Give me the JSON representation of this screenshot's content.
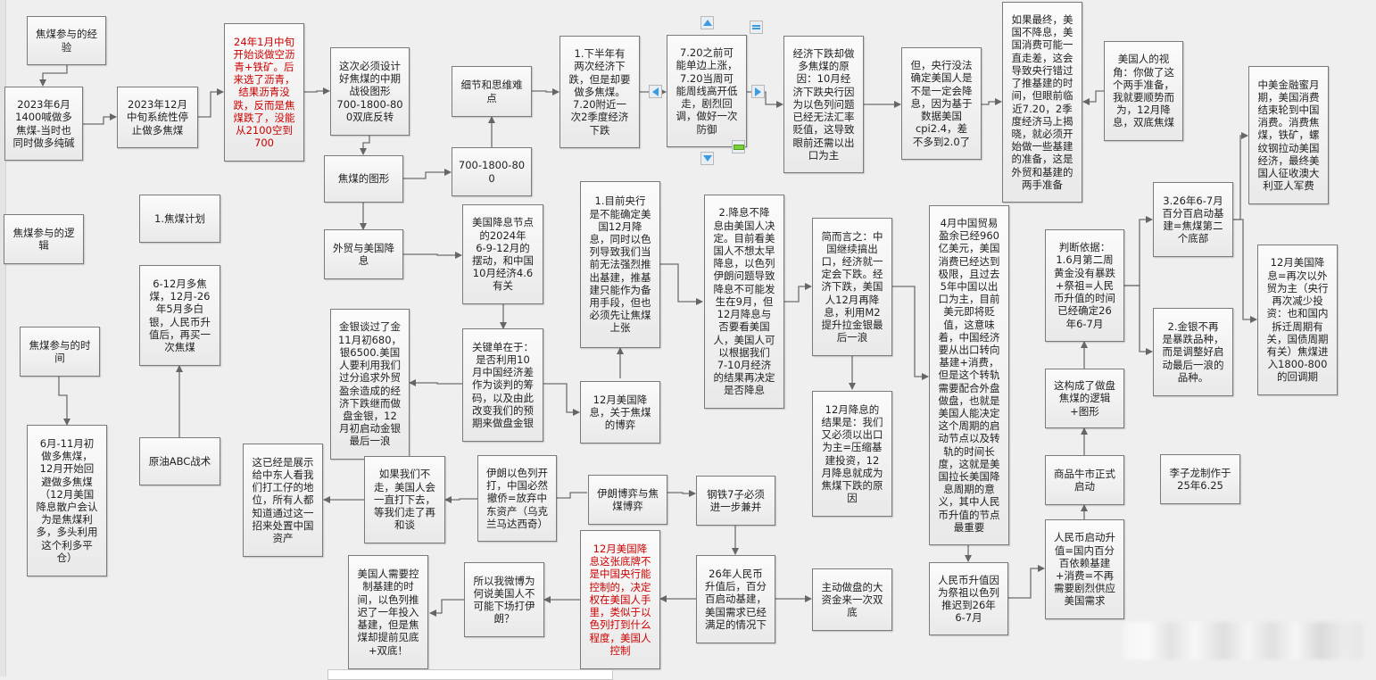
{
  "diagram": {
    "colors": {
      "background": "#efefef",
      "node_border": "#7a7a7a",
      "text": "#222222",
      "highlight_text": "#cc0000",
      "nav_icon": "#3a9be0",
      "collapse_icon": "#7bd13a"
    },
    "nodes": {
      "n1": {
        "text": "焦煤参与的经\n验"
      },
      "n2": {
        "text": "2023年6月\n1400喊做多\n焦煤-当时也\n同时做多纯碱"
      },
      "n3": {
        "text": "2023年12月\n中旬系统性停\n止做多焦煤"
      },
      "n4": {
        "text": "24年1月中旬\n开始谈做空沥\n青+铁矿。后\n来选了沥青，\n结果沥青没\n跌，反而是焦\n煤跌了，没能\n从2100空到\n700"
      },
      "n5": {
        "text": "这次必须设计\n好焦煤的中期\n战役图形\n700-1800-80\n0双底反转"
      },
      "n6": {
        "text": "焦煤的图形"
      },
      "n7": {
        "text": "细节和思维难\n点"
      },
      "n8": {
        "text": "700-1800-80\n0"
      },
      "n9": {
        "text": "1.下半年有\n两次经济下\n跌，但是却要\n做多焦煤。\n7.20附近一\n次2季度经济\n下跌"
      },
      "n10": {
        "text": "7.20之前可\n能单边上涨，\n7.20当周可\n能周线高开低\n走，剧烈回\n调，做好一次\n防御"
      },
      "n11": {
        "text": "经济下跌却做\n多焦煤的原\n因：10月经\n济下跌央行因\n为以色列问题\n已经无法汇率\n贬值，这导致\n眼前还需以出\n口为主"
      },
      "n12": {
        "text": "但，央行没法\n确定美国人是\n不是一定会降\n息，因为基于\n数据美国\ncpi2.4，差\n不多到2.0了"
      },
      "n13": {
        "text": "如果最终，美\n国不降息，美\n国消费可能一\n直走差，这会\n导致央行错过\n了推基建的时\n间，但眼前临\n近7.20，2季\n度经济马上揭\n晓，就必须开\n始做一些基建\n的准备，这是\n外贸和基建的\n两手准备"
      },
      "n14": {
        "text": "美国人的视\n角：你做了这\n个两手准备，\n我就要顺势而\n为，12月降\n息，双底焦煤"
      },
      "n15": {
        "text": "中美金融蜜月\n期，美国消费\n结束轮到中国\n消费。消费焦\n煤，铁矿，螺\n纹钢拉动美国\n经济，最终美\n国人征收澳大\n利亚人军费"
      },
      "n16": {
        "text": "焦煤参与的逻\n辑"
      },
      "n17": {
        "text": "1.焦煤计划"
      },
      "n18": {
        "text": "6-12月多焦\n煤，12月-26\n年5月多白\n银，人民币升\n值后，再买一\n次焦煤"
      },
      "n19": {
        "text": "焦煤参与的时\n间"
      },
      "n20": {
        "text": "6月-11月初\n做多焦煤，\n12月开始回\n避做多焦煤\n（12月美国\n降息散户会认\n为是焦煤利\n多，多头利用\n这个利多平\n仓）"
      },
      "n21": {
        "text": "原油ABC战术"
      },
      "n22": {
        "text": "外贸与美国降\n息"
      },
      "n23": {
        "text": "美国降息节点\n的2024年\n6-9-12月的\n摆动，和中国\n10月经济4.6\n有关"
      },
      "n24": {
        "text": "关键单在于：\n是否利用10\n月中国经济差\n作为谈判的筹\n码，以及由此\n改变我们的预\n期来做盘金银"
      },
      "n25": {
        "text": "金银谈过了金\n11月初680，\n银6500.美国\n人要利用我们\n过分追求外贸\n盈余造成的经\n济下跌继而做\n盘金银，12\n月初启动金银\n最后一浪"
      },
      "n26": {
        "text": "1.目前央行\n是不能确定美\n国12月降\n息，同时以色\n列导致我们当\n前无法强烈推\n出基建，推基\n建只能作为备\n用手段，但也\n必须先让焦煤\n上张"
      },
      "n27": {
        "text": "12月美国降\n息，关于焦煤\n的博弈"
      },
      "n28": {
        "text": "2.降息不降\n息由美国人决\n定。目前看美\n国人不想太早\n降息，以色列\n伊朗问题导致\n降息不可能发\n生在9月，但\n12月降息与\n否要看美国\n人，美国人可\n以根据我们\n7-10月经济\n的结果再决定\n是否降息"
      },
      "n29": {
        "text": "简而言之：中\n国继续搞出\n口，经济就一\n定会下跌。经\n济下跌，美国\n人12月再降\n息，利用M2\n提升拉金银最\n后一浪"
      },
      "n30": {
        "text": "12月降息的\n结果是：我们\n又必须以出口\n为主=压缩基\n建投资，12\n月降息就成为\n焦煤下跌的原\n因"
      },
      "n31": {
        "text": "4月中国贸易\n盈余已经960\n亿美元，美国\n消费已经达到\n极限，且过去\n5年中国以出\n口为主，目前\n美元即将贬\n值，这意味\n着，中国经济\n要从出口转向\n基建+消费，\n但是这个转轨\n需要配合外盘\n做盘，也就是\n美国人能决定\n这个周期的启\n动节点以及转\n轨的时间长\n度，这就是美\n国拉长美国降\n息周期的意\n义，其中人民\n币升值的节点\n最重要"
      },
      "n32": {
        "text": "判断依据：\n1.6月第二周\n黄金没有暴跌\n+祭祖=人民\n币升值的时间\n已经确定26\n年6-7月"
      },
      "n33": {
        "text": "3.26年6-7月\n百分百启动基\n建=焦煤第二\n个底部"
      },
      "n34": {
        "text": "2.金银不再\n是暴跌品种，\n而是调整好启\n动最后一浪的\n品种。"
      },
      "n35": {
        "text": "12月美国降\n息=再次以外\n贸为主（央行\n再次减少投\n资：也和国内\n拆迁周期有\n关，国债周期\n有关）焦煤进\n入1800-800\n的回调期"
      },
      "n36": {
        "text": "这构成了做盘\n焦煤的逻辑\n+图形"
      },
      "n37": {
        "text": "商品牛市正式\n启动"
      },
      "n38": {
        "text": "李子龙制作于\n25年6.25"
      },
      "n39": {
        "text": "人民币启动升\n值=国内百分\n百依赖基建\n+消费=不再\n需要剧烈供应\n美国需求"
      },
      "n40": {
        "text": "人民币升值因\n为祭祖以色列\n推迟到26年\n6-7月"
      },
      "n41": {
        "text": "这已经是展示\n给中东人看我\n们打工仔的地\n位，所有人都\n知道通过这一\n招来处置中国\n资产"
      },
      "n42": {
        "text": "如果我们不\n走，美国人会\n一直打下去，\n等我们走了再\n和谈"
      },
      "n43": {
        "text": "伊朗以色列开\n打，中国必然\n撤侨=放弃中\n东资产（乌克\n兰马达西奇）"
      },
      "n44": {
        "text": "伊朗博弈与焦\n煤博弈"
      },
      "n45": {
        "text": "钢铁7子必须\n进一步兼并"
      },
      "n46": {
        "text": "12月美国降\n息这张底牌不\n是中国央行能\n控制的，决定\n权在美国人手\n里，类似于以\n色列打到什么\n程度，美国人\n控制"
      },
      "n47": {
        "text": "26年人民币\n升值后，百分\n百启动基建，\n美国需求已经\n满足的情况下"
      },
      "n48": {
        "text": "主动做盘的大\n资金来一次双\n底"
      },
      "n49": {
        "text": "所以我微博为\n何说美国人不\n可能下场打伊\n朗？"
      },
      "n50": {
        "text": "美国人需要控\n制基建的时\n间，以色列推\n迟了一年投入\n基建，但是焦\n煤却提前见底\n+双底！"
      }
    },
    "selected_node_controls": {
      "up": "nav-up-icon",
      "down": "nav-down-icon",
      "left": "nav-left-icon",
      "right": "nav-right-icon",
      "menu": "equals-icon",
      "collapse": "collapse-minus-icon"
    }
  }
}
